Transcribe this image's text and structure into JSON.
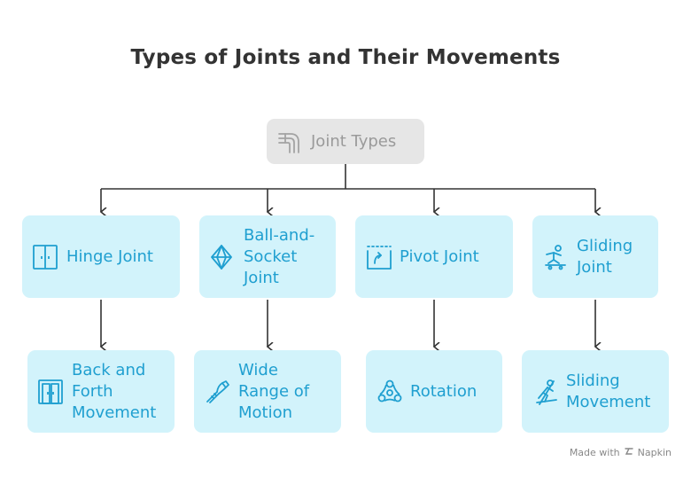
{
  "title": "Types of Joints and Their Movements",
  "root": {
    "label": "Joint Types",
    "icon": "knee-joint-icon"
  },
  "joints": [
    {
      "label": "Hinge Joint",
      "icon": "door-hinge-icon",
      "movement": {
        "label": "Back and\nForth\nMovement",
        "icon": "double-door-icon"
      }
    },
    {
      "label": "Ball-and-\nSocket\nJoint",
      "icon": "diamond-gem-icon",
      "movement": {
        "label": "Wide\nRange of\nMotion",
        "icon": "flexible-arm-icon"
      }
    },
    {
      "label": "Pivot Joint",
      "icon": "rotate-frame-icon",
      "movement": {
        "label": "Rotation",
        "icon": "fidget-spinner-icon"
      }
    },
    {
      "label": "Gliding\nJoint",
      "icon": "skateboarder-icon",
      "movement": {
        "label": "Sliding\nMovement",
        "icon": "skier-icon"
      }
    }
  ],
  "footer": {
    "made_with": "Made with",
    "brand": "Napkin"
  },
  "colors": {
    "box": "#d2f3fb",
    "text": "#1f9fd0",
    "root_box": "#e6e6e6",
    "root_text": "#9a9a9a",
    "line": "#333333"
  }
}
